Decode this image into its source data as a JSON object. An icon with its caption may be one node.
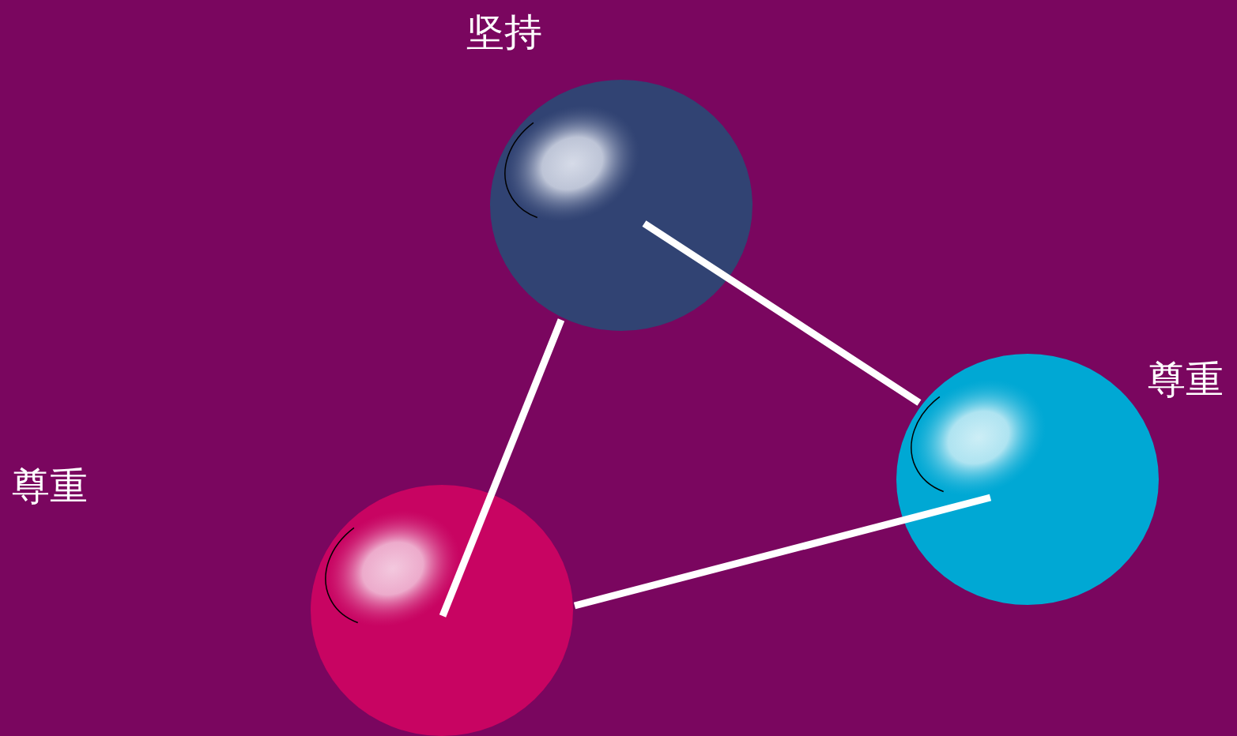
{
  "diagram": {
    "nodes": [
      {
        "text": [],
        "shape": "circle",
        "beside": [
          "坚持"
        ]
      },
      {
        "text": [],
        "shape": "circle",
        "beside": [
          "尊重"
        ]
      },
      {
        "text": [],
        "shape": "circle"
      }
    ],
    "labels": [
      "尊重"
    ],
    "edges": [
      {
        "from": 0,
        "to": 1,
        "arrow": "none"
      },
      {
        "from": 0,
        "to": 2,
        "arrow": "none"
      },
      {
        "from": 1,
        "to": 2,
        "arrow": "none"
      }
    ]
  }
}
